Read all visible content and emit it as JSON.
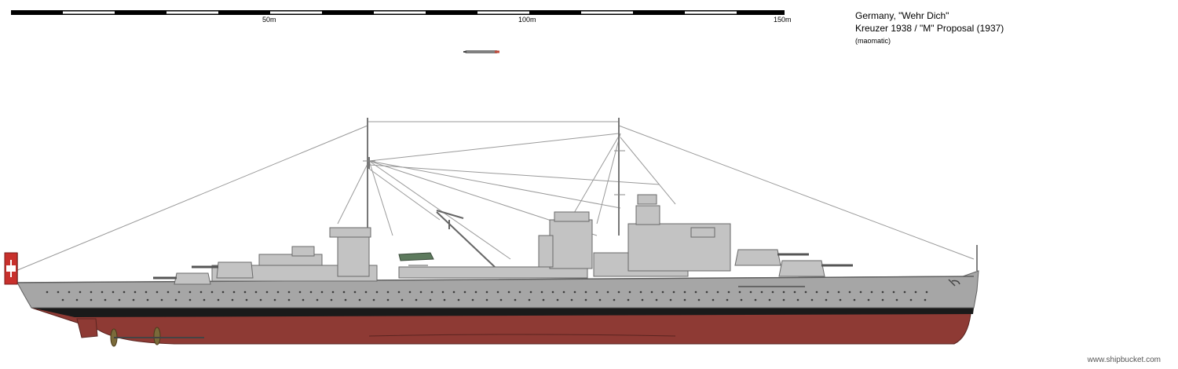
{
  "scale": {
    "labels": [
      "50m",
      "100m",
      "150m"
    ]
  },
  "title": {
    "line1": "Germany, \"Wehr Dich\"",
    "line2": "Kreuzer 1938 / \"M\" Proposal  (1937)",
    "credit": "(maomatic)"
  },
  "watermark": "www.shipbucket.com",
  "colors": {
    "hull_grey": "#a6a6a6",
    "superstructure_grey": "#c3c3c3",
    "antifouling_red": "#8e3a34",
    "boot_topping": "#1a1a1a",
    "rigging": "#9a9a9a",
    "porthole": "#3c3c3c"
  },
  "ship": {
    "class": "light cruiser side profile",
    "flag": "German war ensign"
  }
}
